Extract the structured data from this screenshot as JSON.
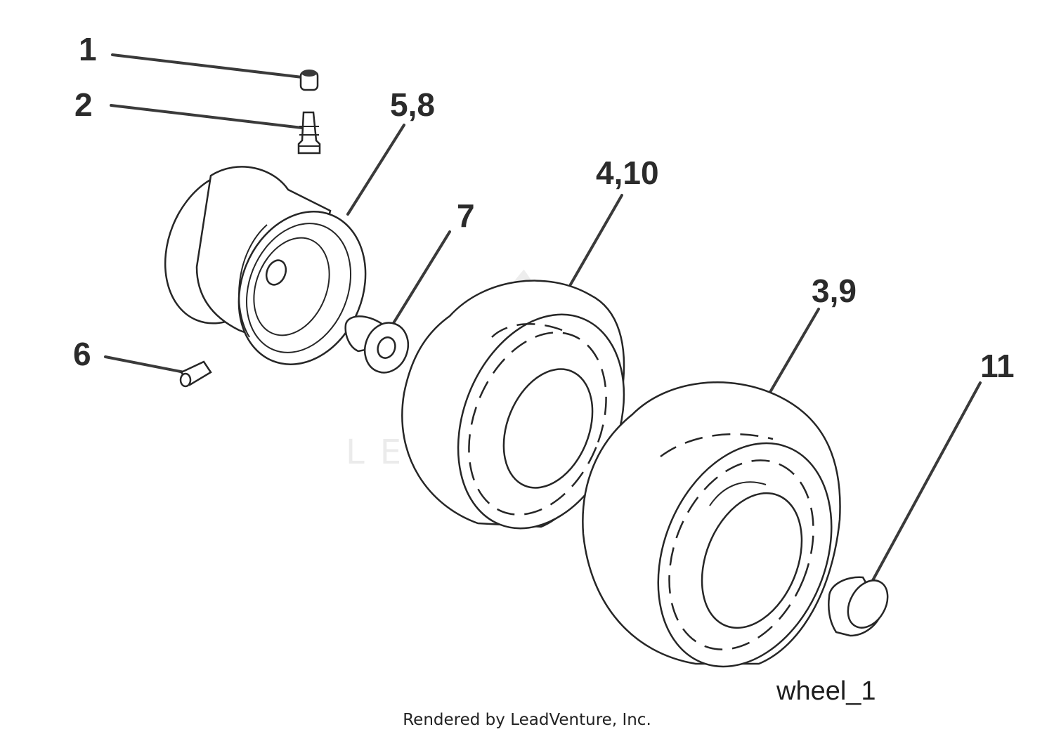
{
  "callouts": {
    "c1": "1",
    "c2": "2",
    "c58": "5,8",
    "c410": "4,10",
    "c7": "7",
    "c39": "3,9",
    "c6": "6",
    "c11": "11"
  },
  "caption": "wheel_1",
  "watermark": "LEADVENTURE",
  "footer": "Rendered by LeadVenture, Inc."
}
